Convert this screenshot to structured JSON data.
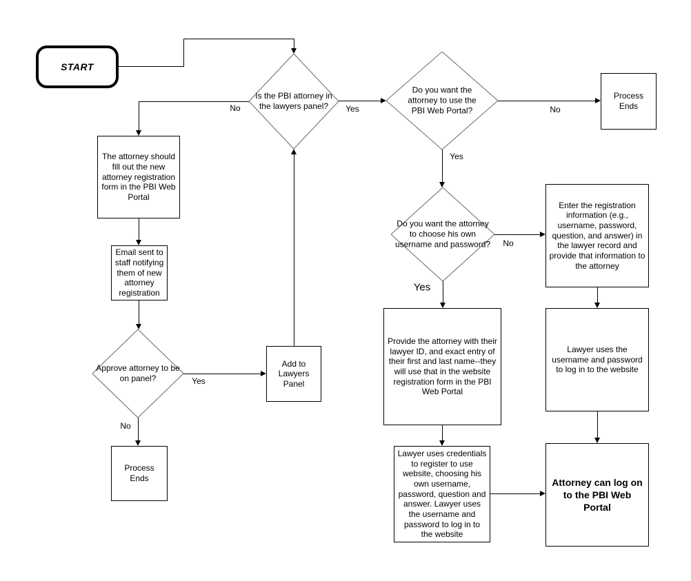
{
  "nodes": {
    "start": {
      "label": "START"
    },
    "decision_in_panel": {
      "text": "Is the PBI attorney in the lawyers panel?"
    },
    "decision_use_portal": {
      "text": "Do you want the attorney to use the PBI Web Portal?"
    },
    "decision_choose_credentials": {
      "text": "Do you want the attorney to choose his own username and password?"
    },
    "decision_approve": {
      "text": "Approve attorney to be on panel?"
    },
    "box_fill_form": {
      "text": "The attorney should fill out the new attorney registration form in the PBI Web Portal"
    },
    "box_email_staff": {
      "text": "Email sent to staff notifying them of new attorney registration"
    },
    "box_process_ends_left": {
      "text": "Process Ends"
    },
    "box_process_ends_top": {
      "text": "Process Ends"
    },
    "box_add_panel": {
      "text": "Add to Lawyers Panel"
    },
    "box_enter_registration": {
      "text": "Enter the registration information (e.g., username, password, question, and answer) in the lawyer record and provide that information to the attorney"
    },
    "box_provide_id": {
      "text": "Provide the attorney with their lawyer ID, and exact entry of their first and last name--they will use that in the website registration form in the PBI Web Portal"
    },
    "box_lawyer_login": {
      "text": "Lawyer uses the username and password to log in to the website"
    },
    "box_lawyer_credentials": {
      "text": "Lawyer uses credentials to register to use website, choosing his own username, password, question and answer.  Lawyer uses the username and password to log in to the website"
    },
    "box_attorney_logon": {
      "text": "Attorney can log on to the PBI Web Portal"
    }
  },
  "edge_labels": {
    "in_panel_no": "No",
    "in_panel_yes": "Yes",
    "use_portal_no": "No",
    "use_portal_yes": "Yes",
    "choose_no": "No",
    "choose_yes": "Yes",
    "approve_yes": "Yes",
    "approve_no": "No"
  }
}
